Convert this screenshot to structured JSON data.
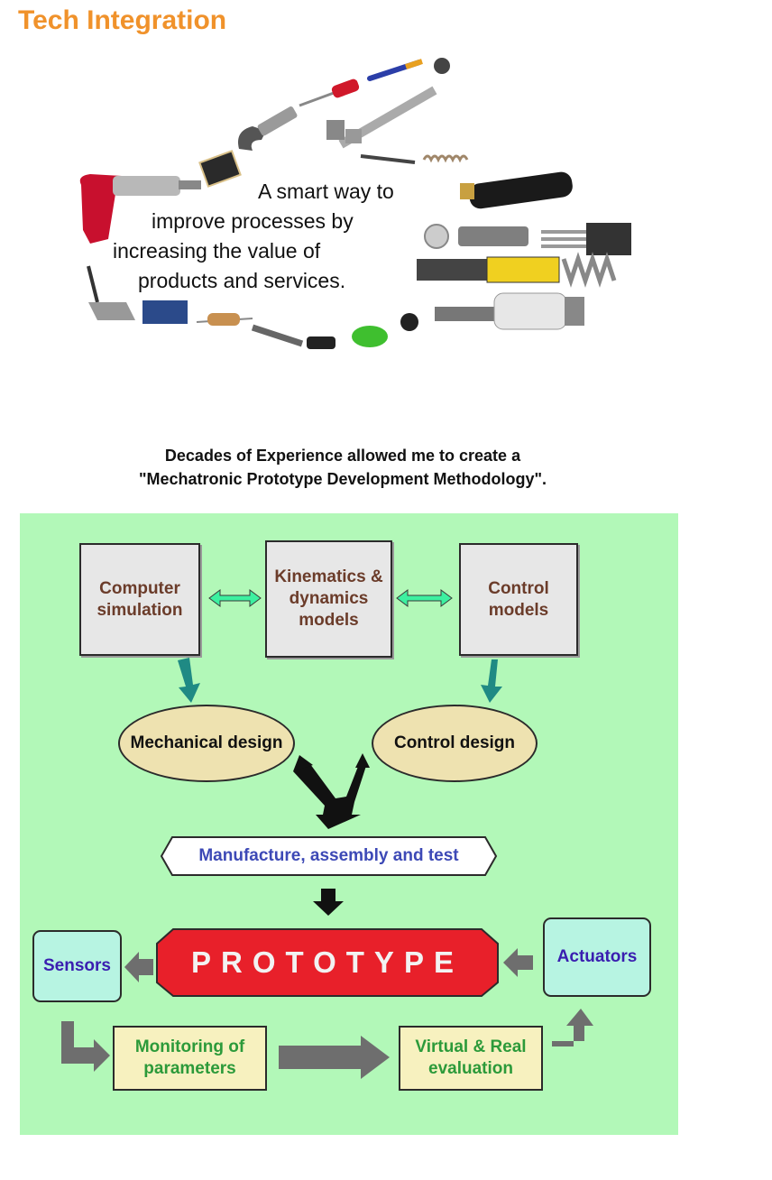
{
  "header": {
    "title": "Tech Integration"
  },
  "hero": {
    "slogan_lines": [
      "A smart way to",
      "improve processes by",
      "increasing the value of",
      "products and services."
    ],
    "tool_icons": [
      "air-screwdriver-icon",
      "micrometer-icon",
      "circuit-board-icon",
      "screwdriver-icon",
      "marker-pen-icon",
      "connector-icon",
      "caliper-icon",
      "diode-icon",
      "spring-icon",
      "motor-cylinder-icon",
      "washer-icon",
      "bolt-sensor-icon",
      "transistor-icon",
      "fitting-icon",
      "tape-measure-icon",
      "worm-gear-icon",
      "wifi-antenna-icon",
      "display-board-icon",
      "resistor-icon",
      "cable-icon",
      "green-mouse-icon",
      "nut-icon",
      "spark-plug-icon"
    ]
  },
  "intro": {
    "line1": "Decades of Experience allowed me to create a",
    "line2": "\"Mechatronic Prototype Development Methodology\"."
  },
  "diagram": {
    "computer_simulation": "Computer simulation",
    "kinematics": "Kinematics & dynamics models",
    "control_models": "Control models",
    "mechanical_design": "Mechanical design",
    "control_design": "Control design",
    "manufacture": "Manufacture, assembly and test",
    "prototype": "PROTOTYPE",
    "sensors": "Sensors",
    "actuators": "Actuators",
    "monitoring": "Monitoring of parameters",
    "evaluation": "Virtual & Real evaluation",
    "colors": {
      "panel": "#b2f8b8",
      "prototype": "#e8202a",
      "teal_arrow": "#1f8a84",
      "double_arrow": "#3cf0a0",
      "grey_arrow": "#6e6e6e"
    }
  }
}
